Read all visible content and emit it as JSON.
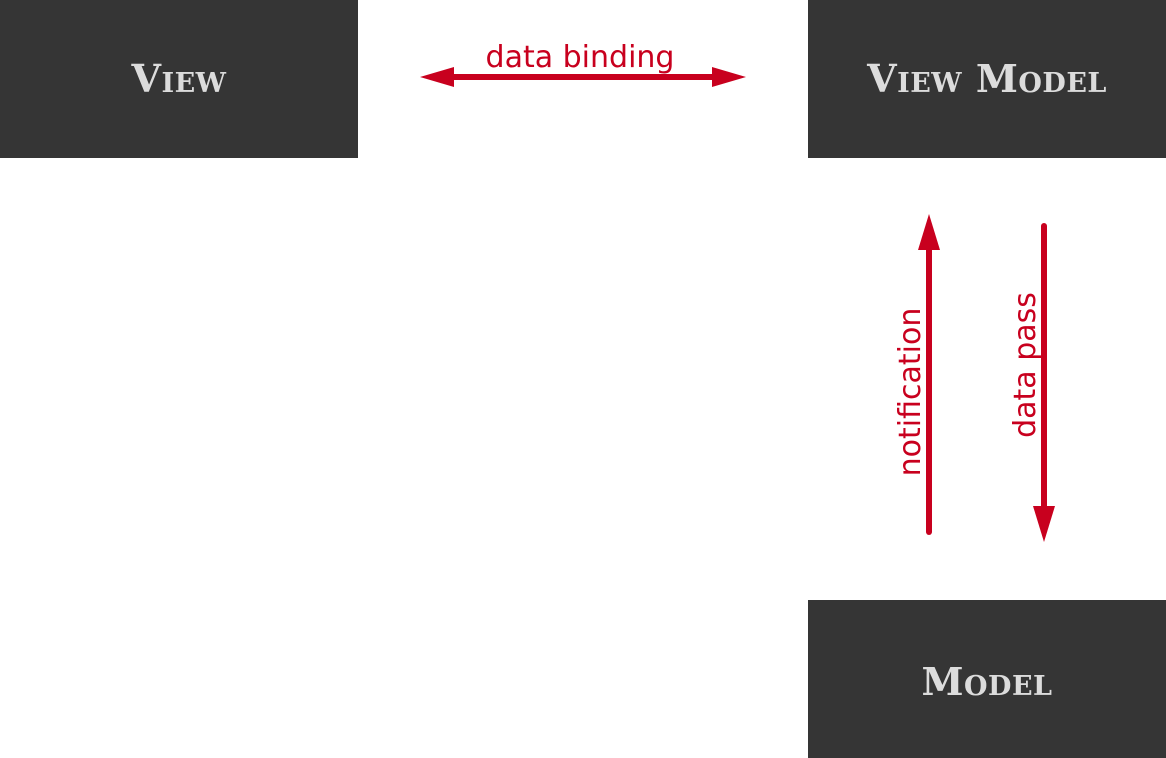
{
  "nodes": {
    "view": {
      "label": "View"
    },
    "view_model": {
      "label": "View Model"
    },
    "model": {
      "label": "Model"
    }
  },
  "edges": {
    "data_binding": {
      "label": "data binding",
      "from": "View",
      "to": "View Model",
      "direction": "bidirectional"
    },
    "notification": {
      "label": "notification",
      "from": "Model",
      "to": "View Model",
      "direction": "up"
    },
    "data_pass": {
      "label": "data pass",
      "from": "View Model",
      "to": "Model",
      "direction": "down"
    }
  },
  "colors": {
    "box_fill": "#353535",
    "box_text": "#dcdcdc",
    "arrow": "#c8001e",
    "background": "#ffffff"
  }
}
